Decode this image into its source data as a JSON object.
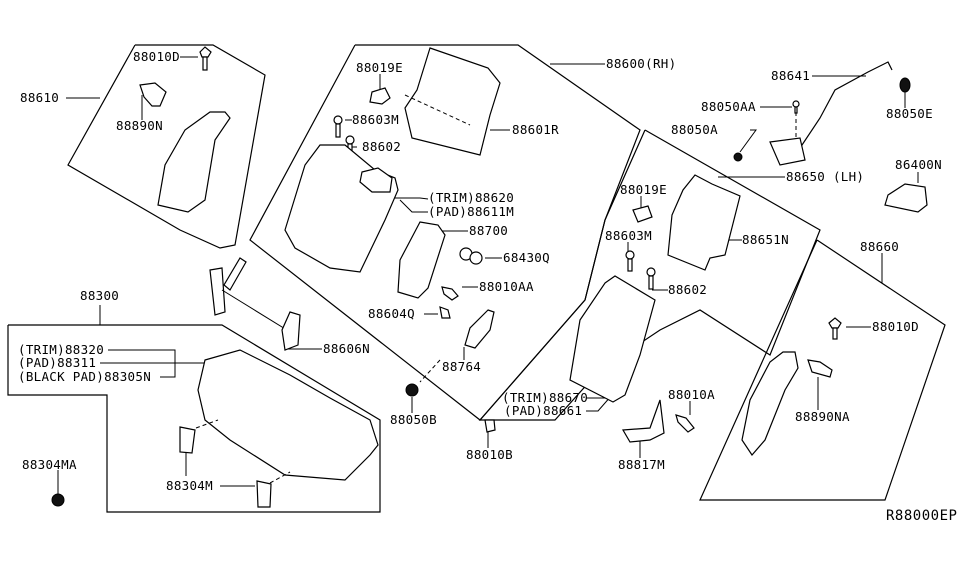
{
  "diagram": {
    "title": "Rear Seat Parts Diagram",
    "diagram_code": "R88000EP",
    "labels": {
      "p88610": "88610",
      "p88010D_top": "88010D",
      "p88890N": "88890N",
      "p88019E_rh": "88019E",
      "p88603M_rh": "88603M",
      "p88602_rh": "88602",
      "p88600": "88600(RH)",
      "p88601R": "88601R",
      "p88620": "(TRIM)88620",
      "p88611M": "(PAD)88611M",
      "p88700": "88700",
      "p68430Q": "68430Q",
      "p88010AA": "88010AA",
      "p88604Q": "88604Q",
      "p88606N": "88606N",
      "p88764": "88764",
      "p88050B": "88050B",
      "p88010B": "88010B",
      "p88300": "88300",
      "p88320": "(TRIM)88320",
      "p88311": "(PAD)88311",
      "p88305N": "(BLACK PAD)88305N",
      "p88304MA": "88304MA",
      "p88304M": "88304M",
      "p88641": "88641",
      "p88050E": "88050E",
      "p88050AA": "88050AA",
      "p88050A": "88050A",
      "p88650": "88650 (LH)",
      "p86400N": "86400N",
      "p88019E_lh": "88019E",
      "p88603M_lh": "88603M",
      "p88651N": "88651N",
      "p88602_lh": "88602",
      "p88660": "88660",
      "p88670": "(TRIM)88670",
      "p88661": "(PAD)88661",
      "p88010A": "88010A",
      "p88817M": "88817M",
      "p88010D_right": "88010D",
      "p88890NA": "88890NA"
    }
  }
}
